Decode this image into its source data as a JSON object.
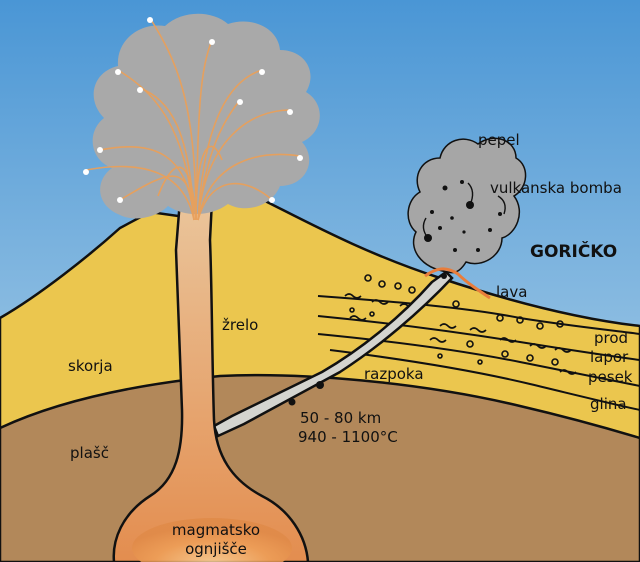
{
  "labels": {
    "pepel": "pepel",
    "bomba": "vulkanska bomba",
    "goricko": "GORIČKO",
    "lava": "lava",
    "prod": "prod",
    "lapor": "lapor",
    "pesek": "pesek",
    "glina": "glina",
    "zrelo": "žrelo",
    "skorja": "skorja",
    "razpoka": "razpoka",
    "depth": "50 - 80 km",
    "temperature": "940 - 1100°C",
    "plasc": "plašč",
    "magma_line1": "magmatsko",
    "magma_line2": "ognjišče"
  },
  "colors": {
    "sky_top": "#4a96d5",
    "sky_bottom": "#b9d7ea",
    "crust": "#ebc64e",
    "mantle": "#b2885a",
    "magma": "#e49a5a",
    "magma_core": "#f6c98e",
    "ash": "#a9a9a9",
    "outline": "#111111"
  }
}
